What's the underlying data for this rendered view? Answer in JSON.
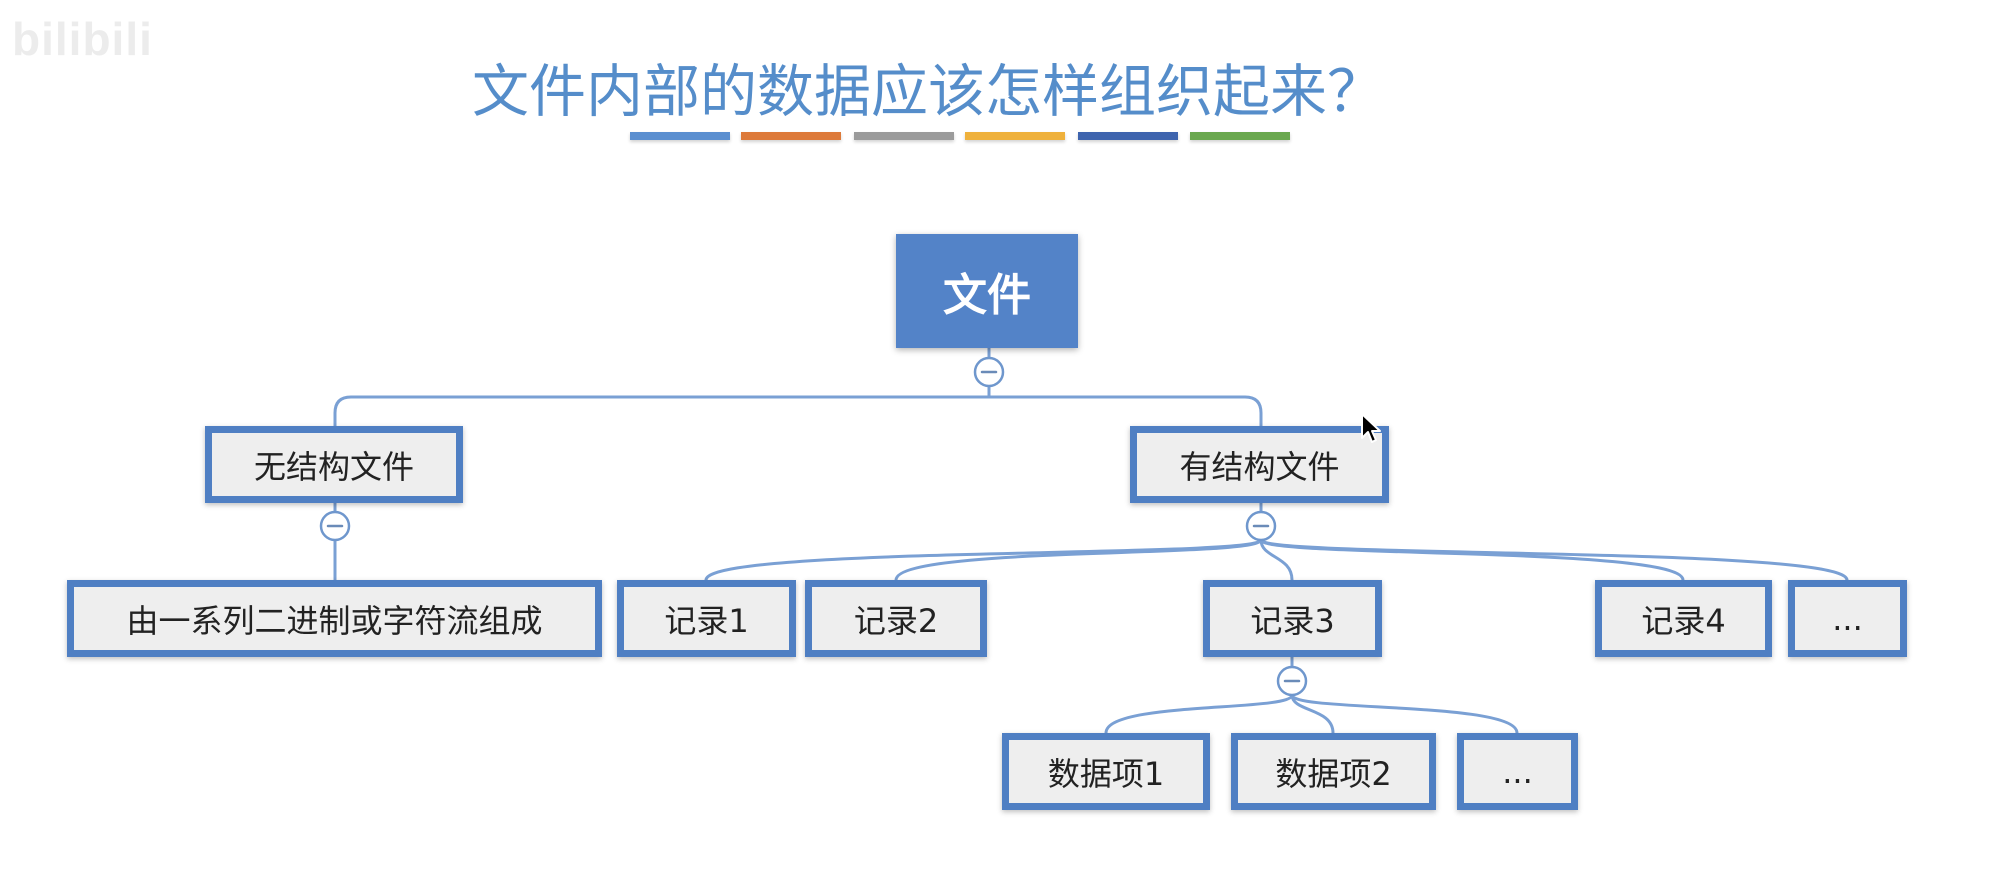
{
  "watermark": {
    "text": "bilibili"
  },
  "title": "文件内部的数据应该怎样组织起来？",
  "title_bars": [
    "#5b8fd0",
    "#dd7a3a",
    "#9b9b9b",
    "#efb13c",
    "#3e64ae",
    "#6aa84f"
  ],
  "colors": {
    "title": "#558dca",
    "root_fill": "#5383c8",
    "node_border": "#4f7fc3",
    "node_fill": "#eeeeee",
    "connector": "#7aa0d4"
  },
  "icons": {
    "collapse_toggle": "minus-circle-icon",
    "cursor": "mouse-pointer-icon"
  },
  "diagram": {
    "root": {
      "label": "文件"
    },
    "unstructured": {
      "label": "无结构文件",
      "children": [
        {
          "label": "由一系列二进制或字符流组成"
        }
      ]
    },
    "structured": {
      "label": "有结构文件",
      "children": [
        {
          "label": "记录1"
        },
        {
          "label": "记录2"
        },
        {
          "label": "记录3",
          "children": [
            {
              "label": "数据项1"
            },
            {
              "label": "数据项2"
            },
            {
              "label": "..."
            }
          ]
        },
        {
          "label": "记录4"
        },
        {
          "label": "..."
        }
      ]
    }
  }
}
